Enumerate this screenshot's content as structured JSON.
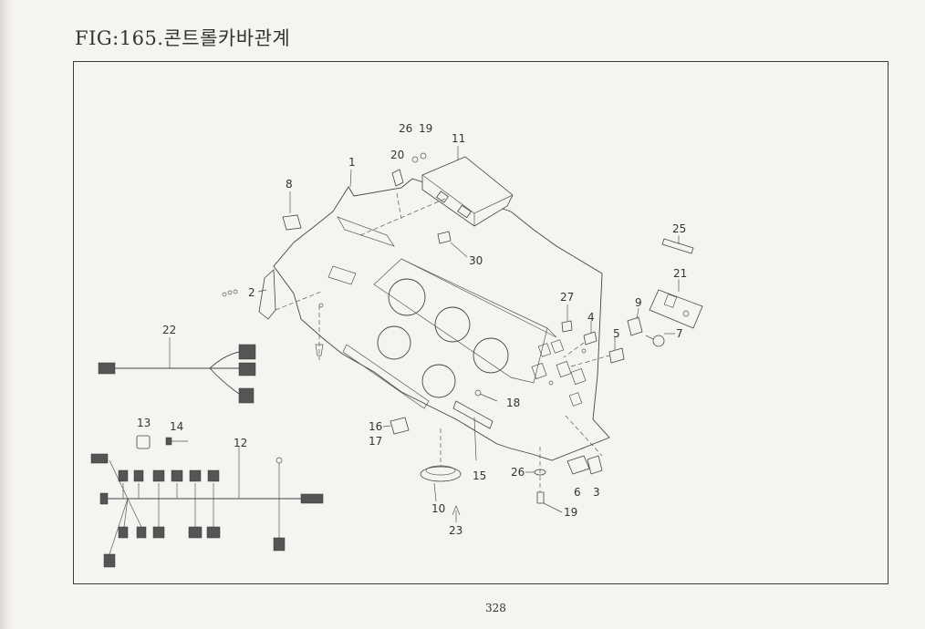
{
  "header": {
    "title": "FIG:165.콘트롤카바관계"
  },
  "footer": {
    "page_number": "328"
  },
  "callouts": [
    "1",
    "2",
    "3",
    "4",
    "5",
    "6",
    "7",
    "8",
    "9",
    "10",
    "11",
    "12",
    "13",
    "14",
    "15",
    "16",
    "17",
    "18",
    "19",
    "20",
    "21",
    "22",
    "23",
    "25",
    "26",
    "27",
    "30"
  ]
}
